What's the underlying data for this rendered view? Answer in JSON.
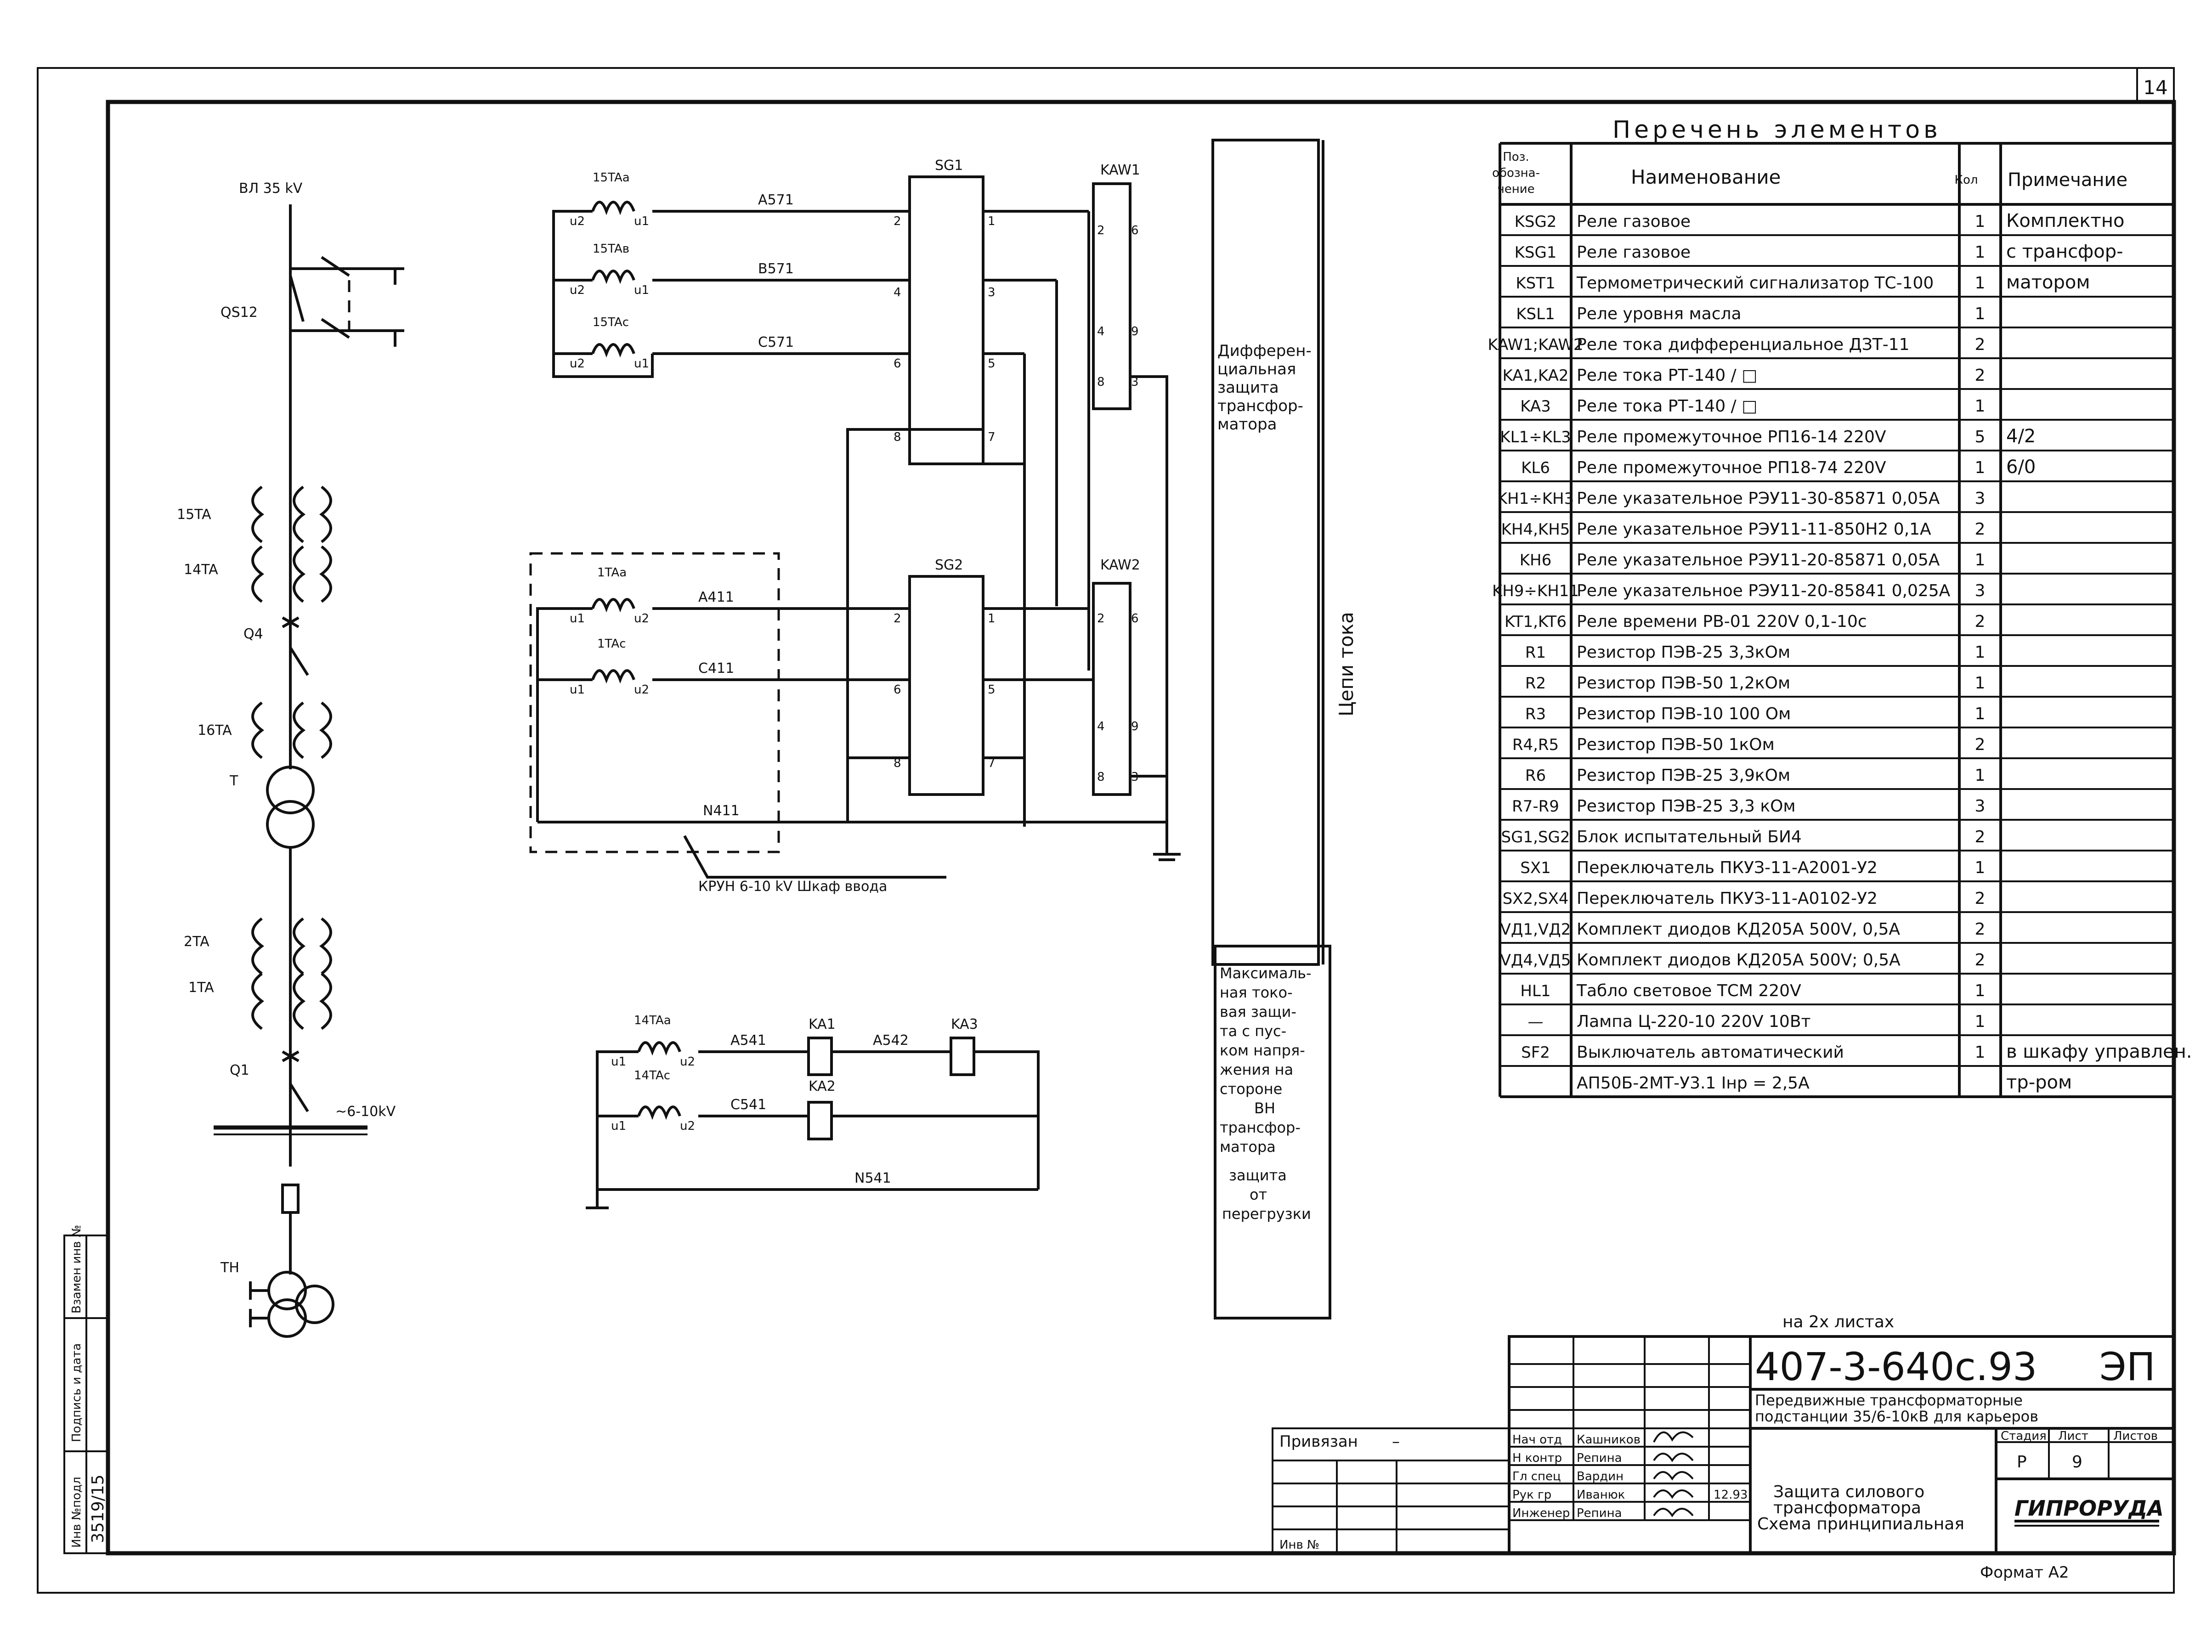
{
  "sheet_number": "14",
  "list_title": "Перечень элементов",
  "table_headers": {
    "pos": "Поз. обозначение",
    "name": "Наименование",
    "qty": "Кол",
    "note": "Примечание"
  },
  "table_rows": [
    {
      "pos": "KSG2",
      "name": "Реле газовое",
      "qty": "1",
      "note": "Комплектно"
    },
    {
      "pos": "KSG1",
      "name": "Реле газовое",
      "qty": "1",
      "note": "с трансфор-"
    },
    {
      "pos": "KST1",
      "name": "Термометрический сигнализатор ТС-100",
      "qty": "1",
      "note": "матором"
    },
    {
      "pos": "KSL1",
      "name": "Реле уровня масла",
      "qty": "1",
      "note": ""
    },
    {
      "pos": "KAW1;KAW2",
      "name": "Реле тока дифференциальное ДЗТ-11",
      "qty": "2",
      "note": ""
    },
    {
      "pos": "KA1,KA2",
      "name": "Реле тока РТ-140 / □",
      "qty": "2",
      "note": ""
    },
    {
      "pos": "KA3",
      "name": "Реле тока РТ-140 / □",
      "qty": "1",
      "note": ""
    },
    {
      "pos": "KL1÷KL3",
      "name": "Реле промежуточное РП16-14 220V",
      "qty": "5",
      "note": "4/2"
    },
    {
      "pos": "KL6",
      "name": "Реле промежуточное РП18-74 220V",
      "qty": "1",
      "note": "6/0"
    },
    {
      "pos": "KH1÷KH3",
      "name": "Реле указательное РЭУ11-30-85871 0,05А",
      "qty": "3",
      "note": ""
    },
    {
      "pos": "KH4,KH5",
      "name": "Реле указательное РЭУ11-11-850Н2 0,1А",
      "qty": "2",
      "note": ""
    },
    {
      "pos": "KH6",
      "name": "Реле указательное РЭУ11-20-85871 0,05А",
      "qty": "1",
      "note": ""
    },
    {
      "pos": "KH9÷KH11",
      "name": "Реле указательное РЭУ11-20-85841 0,025А",
      "qty": "3",
      "note": ""
    },
    {
      "pos": "KT1,KT6",
      "name": "Реле времени РВ-01 220V 0,1-10с",
      "qty": "2",
      "note": ""
    },
    {
      "pos": "R1",
      "name": "Резистор ПЭВ-25 3,3кОм",
      "qty": "1",
      "note": ""
    },
    {
      "pos": "R2",
      "name": "Резистор ПЭВ-50 1,2кОм",
      "qty": "1",
      "note": ""
    },
    {
      "pos": "R3",
      "name": "Резистор ПЭВ-10 100 Ом",
      "qty": "1",
      "note": ""
    },
    {
      "pos": "R4,R5",
      "name": "Резистор ПЭВ-50 1кОм",
      "qty": "2",
      "note": ""
    },
    {
      "pos": "R6",
      "name": "Резистор ПЭВ-25 3,9кОм",
      "qty": "1",
      "note": ""
    },
    {
      "pos": "R7-R9",
      "name": "Резистор ПЭВ-25 3,3 кОм",
      "qty": "3",
      "note": ""
    },
    {
      "pos": "SG1,SG2",
      "name": "Блок испытательный БИ4",
      "qty": "2",
      "note": ""
    },
    {
      "pos": "SX1",
      "name": "Переключатель ПКУЗ-11-А2001-У2",
      "qty": "1",
      "note": ""
    },
    {
      "pos": "SX2,SX4",
      "name": "Переключатель ПКУЗ-11-А0102-У2",
      "qty": "2",
      "note": ""
    },
    {
      "pos": "VД1,VД2",
      "name": "Комплект диодов КД205А 500V, 0,5А",
      "qty": "2",
      "note": ""
    },
    {
      "pos": "VД4,VД5",
      "name": "Комплект диодов КД205А 500V; 0,5А",
      "qty": "2",
      "note": ""
    },
    {
      "pos": "HL1",
      "name": "Табло световое ТСМ 220V",
      "qty": "1",
      "note": ""
    },
    {
      "pos": "—",
      "name": "Лампа Ц-220-10 220V 10Вт",
      "qty": "1",
      "note": ""
    },
    {
      "pos": "SF2",
      "name": "Выключатель автоматический",
      "qty": "1",
      "note": "в шкафу управлен."
    },
    {
      "pos": "",
      "name": "АП50Б-2МТ-У3.1 Iнр = 2,5А",
      "qty": "",
      "note": "тр-ром"
    }
  ],
  "single_line": {
    "line_label": "ВЛ 35 kV",
    "qs": "QS12",
    "ct15": "15TA",
    "ct14": "14TA",
    "q4": "Q4",
    "ct16": "16TA",
    "t": "T",
    "ct2": "2TA",
    "ct1": "1TA",
    "q1": "Q1",
    "bus": "~6-10kV",
    "tn": "TH"
  },
  "diff": {
    "ct_a": "15TAa",
    "ct_b": "15TAв",
    "ct_c": "15TAс",
    "ct_u1": "u1",
    "ct_u2": "u2",
    "wire_a": "A571",
    "wire_b": "B571",
    "wire_c": "C571",
    "sg1": "SG1",
    "sg2": "SG2",
    "kaw1": "KAW1",
    "kaw2": "KAW2",
    "ct1_a": "1TAa",
    "ct1_c": "1TAс",
    "wire_a4": "A411",
    "wire_c4": "C411",
    "wire_n4": "N411",
    "cabinet": "КРУН 6-10 kV Шкаф ввода",
    "n2": "2",
    "n1": "1",
    "n4": "4",
    "n3": "3",
    "n6": "6",
    "n5": "5",
    "n8": "8",
    "n7": "7",
    "n9": "9"
  },
  "overcurrent": {
    "ct_a": "14TAa",
    "ct_c": "14TAс",
    "wire_a": "A541",
    "wire_ab": "A542",
    "wire_c": "C541",
    "wire_n": "N541",
    "ka1": "KA1",
    "ka2": "KA2",
    "ka3": "KA3"
  },
  "side_panel": {
    "diff_label": [
      "Дифферен-",
      "циальная",
      "защита",
      "трансфор-",
      "матора"
    ],
    "circuit_label": "Цепи тока",
    "max_label": [
      "Максималь-",
      "ная токо-",
      "вая защи-",
      "та с пус-",
      "ком напря-",
      "жения на",
      "стороне",
      "ВН",
      "трансфор-",
      "матора",
      "защита",
      "от",
      "перегрузки"
    ]
  },
  "title_block": {
    "sheets_note": "на 2х листах",
    "code": "407-3-640с.93",
    "mark": "ЭП",
    "project": [
      "Передвижные трансформаторные",
      "подстанции 35/6-10кВ для карьеров"
    ],
    "stage_header": "Стадия",
    "sheet_header": "Лист",
    "sheets_header": "Листов",
    "stage": "Р",
    "sheet": "9",
    "doc_title": [
      "Защита силового",
      "трансформатора",
      "Схема принципиальная"
    ],
    "company": "ГИПРОРУДА",
    "privyazan": "Привязан",
    "inv": "Инв №",
    "roles": [
      "Нач отд",
      "Н контр",
      "Гл спец",
      "Рук гр",
      "Инженер"
    ],
    "names": [
      "Кашников",
      "Репина",
      "Вардин",
      "Иванюк",
      "Репина"
    ],
    "date_note": "12.93",
    "format": "Формат А2"
  },
  "left_stamp": {
    "inv_podl": "Инв №подл",
    "podpis": "Подпись и дата",
    "vzam": "Взамен инв №",
    "inv_value": "3519/15"
  }
}
